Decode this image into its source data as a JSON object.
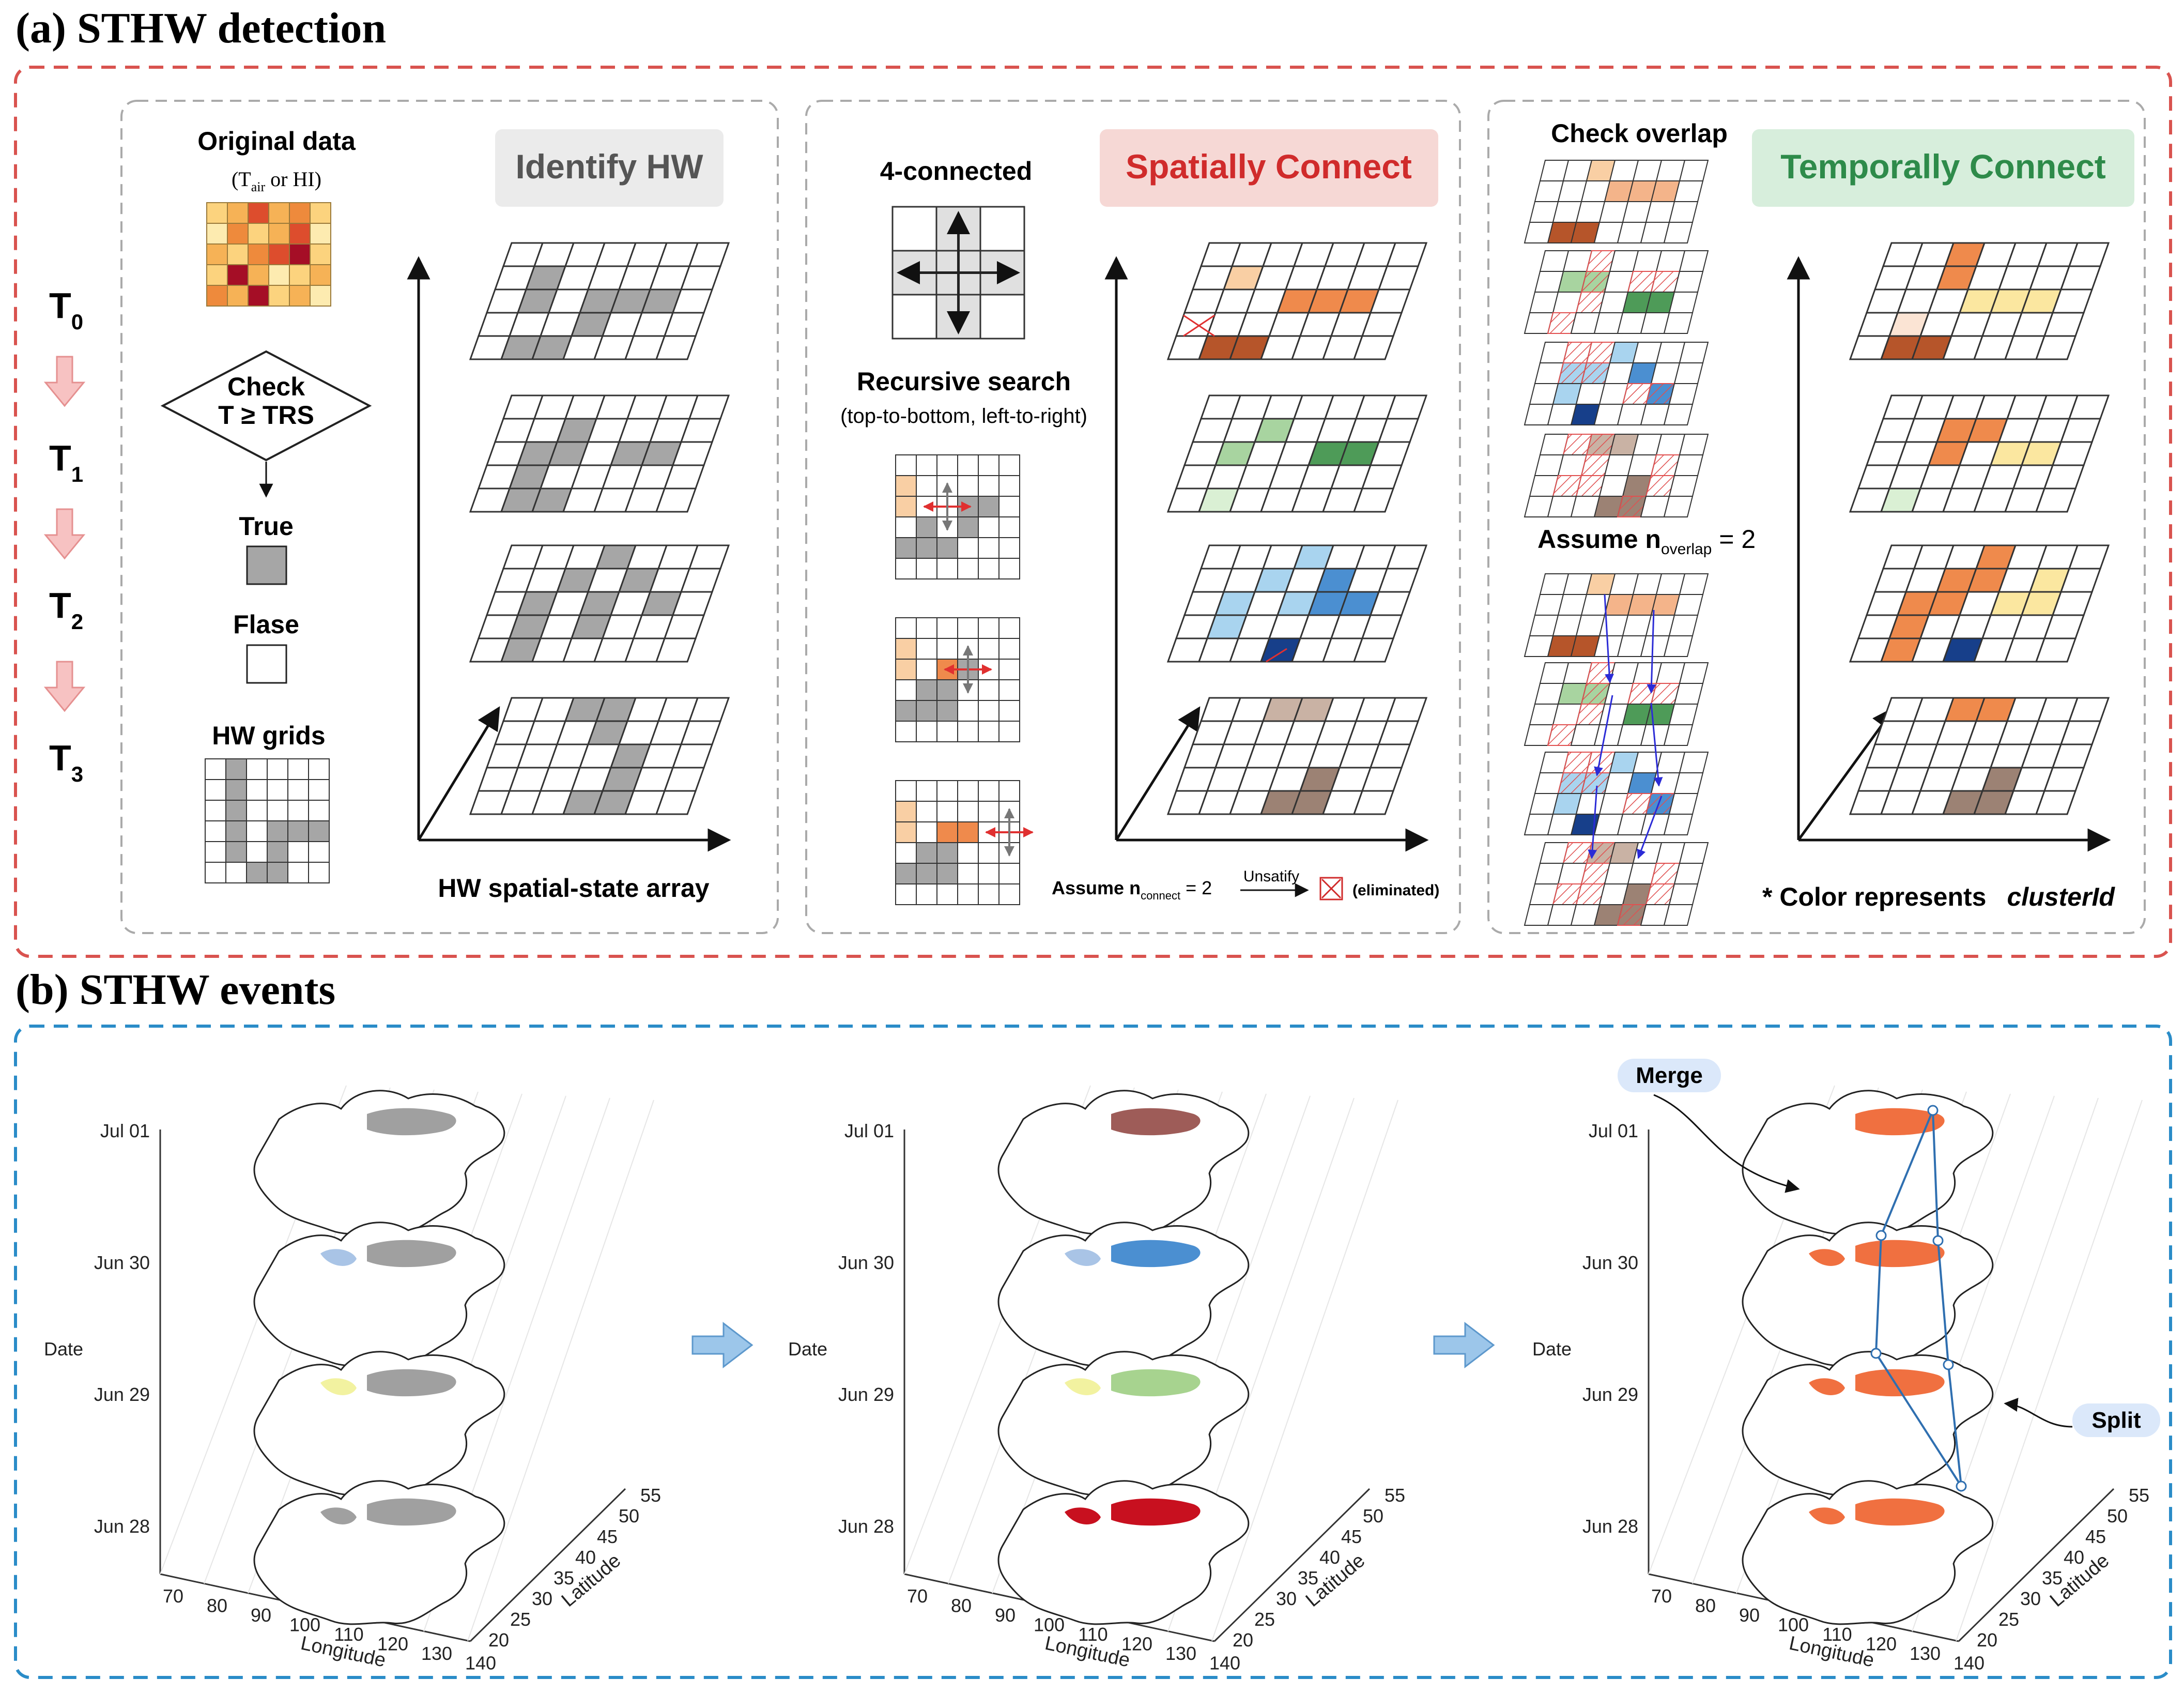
{
  "section_a": {
    "title": "(a) STHW detection"
  },
  "section_b": {
    "title": "(b) STHW events"
  },
  "colors": {
    "red_border": "#d9534f",
    "blue_border": "#2a8cc8",
    "gray_cell": "#a6a6a6",
    "identify_bg": "#ebebeb",
    "spatial_bg": "#f6d8d5",
    "spatial_text": "#d02b2b",
    "temporal_bg": "#d7eedc",
    "temporal_text": "#2e8b4a",
    "arrow_pink": "#f7c2c2",
    "arrow_blue": "#9cc6ea",
    "merge_split_bg": "#dbe8fa"
  },
  "time_steps": [
    {
      "label": "T",
      "sub": "0"
    },
    {
      "label": "T",
      "sub": "1"
    },
    {
      "label": "T",
      "sub": "2"
    },
    {
      "label": "T",
      "sub": "3"
    }
  ],
  "panel1": {
    "original_title": "Original data",
    "original_sub_pre": "(T",
    "original_sub_sub": "air",
    "original_sub_post": " or HI)",
    "check_line1": "Check",
    "check_line2": "T ≥ TRS",
    "true_label": "True",
    "false_label": "Flase",
    "grids_title": "HW grids",
    "badge": "Identify HW",
    "array_label": "HW spatial-state array"
  },
  "panel2": {
    "connected_label": "4-connected",
    "search_title": "Recursive search",
    "search_sub": "(top-to-bottom, left-to-right)",
    "badge": "Spatially Connect",
    "assume_pre": "Assume n",
    "assume_sub": "connect",
    "assume_post": " = 2",
    "unsatisfy": "Unsatify",
    "eliminated": "(eliminated)"
  },
  "panel3": {
    "check_overlap": "Check overlap",
    "assume_pre": "Assume n",
    "assume_sub": "overlap",
    "assume_post": " = 2",
    "badge": "Temporally Connect",
    "note_pre": "* Color represents",
    "note_key": "clusterId"
  },
  "map_axes": {
    "date_label": "Date",
    "date_ticks": [
      "Jul 01",
      "Jun 30",
      "Jun 29",
      "Jun 28"
    ],
    "lon_label": "Longitude",
    "lon_ticks": [
      "70",
      "80",
      "90",
      "100",
      "110",
      "120",
      "130",
      "140"
    ],
    "lat_label": "Latitude",
    "lat_ticks": [
      "20",
      "25",
      "30",
      "35",
      "40",
      "45",
      "50",
      "55"
    ]
  },
  "annotations": {
    "merge": "Merge",
    "split": "Split"
  }
}
